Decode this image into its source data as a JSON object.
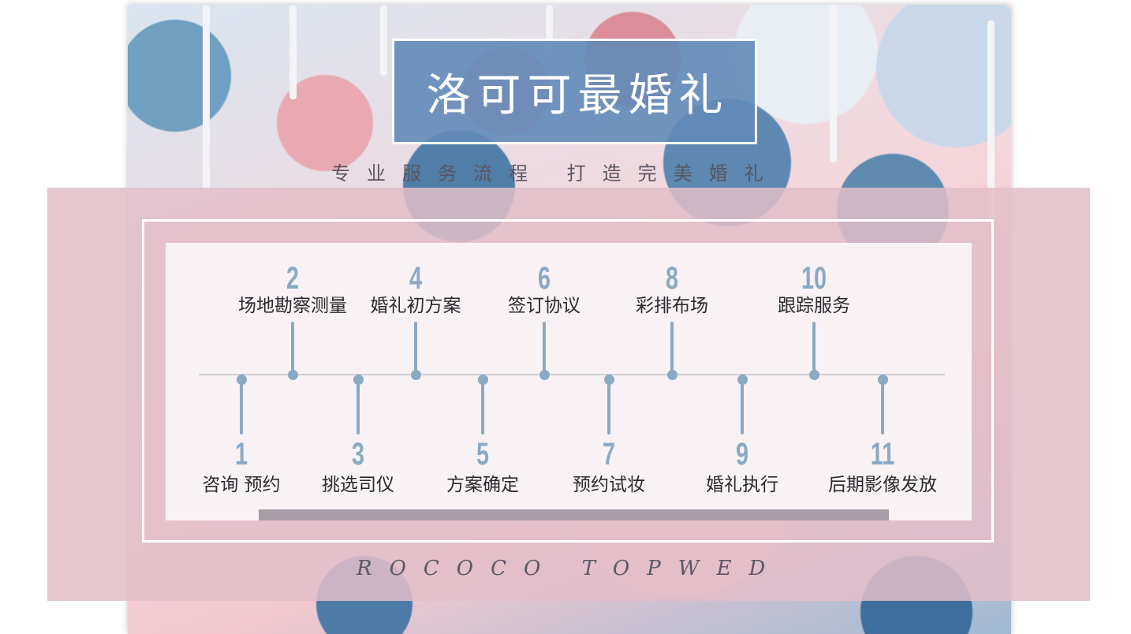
{
  "title": "洛可可最婚礼",
  "subtitle": "专业服务流程  打造完美婚礼",
  "footer": "ROCOCO TOPWED",
  "colors": {
    "accent_blue": "#8aa9c5",
    "title_bg": "#628bb9",
    "pink_band": "#e2bec8",
    "text_dark": "#2a2a2e"
  },
  "timeline": {
    "steps": [
      {
        "number": "1",
        "label": "咨询 预约"
      },
      {
        "number": "2",
        "label": "场地勘察测量"
      },
      {
        "number": "3",
        "label": "挑选司仪"
      },
      {
        "number": "4",
        "label": "婚礼初方案"
      },
      {
        "number": "5",
        "label": "方案确定"
      },
      {
        "number": "6",
        "label": "签订协议"
      },
      {
        "number": "7",
        "label": "预约试妆"
      },
      {
        "number": "8",
        "label": "彩排布场"
      },
      {
        "number": "9",
        "label": "婚礼执行"
      },
      {
        "number": "10",
        "label": "跟踪服务"
      },
      {
        "number": "11",
        "label": "后期影像发放"
      }
    ]
  }
}
